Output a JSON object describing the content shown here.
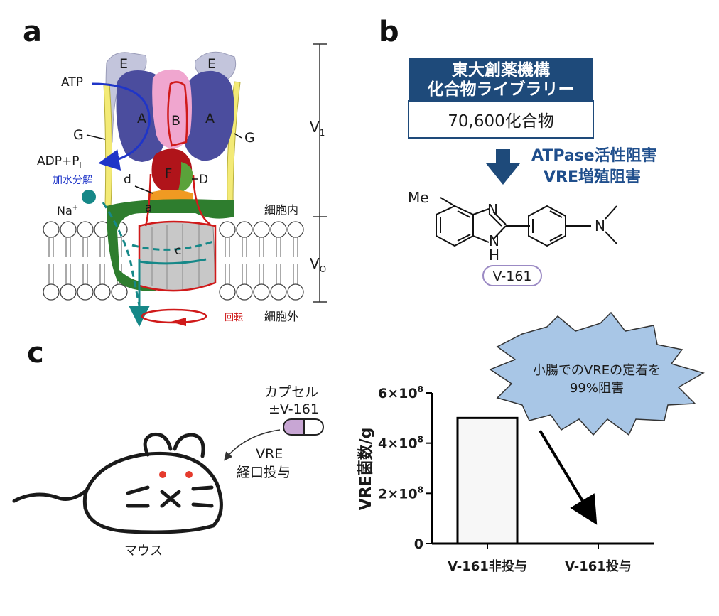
{
  "panels": {
    "a": "a",
    "b": "b",
    "c": "c"
  },
  "panel_a": {
    "labels": {
      "E_left": "E",
      "E_right": "E",
      "A_left": "A",
      "B": "B",
      "A_right": "A",
      "G_left": "G",
      "G_right": "G",
      "F": "F",
      "d": "d",
      "D": "D",
      "a": "a",
      "c": "c",
      "ATP": "ATP",
      "ADP_Pi": "ADP+P",
      "Pi_sub": "i",
      "hydrolysis": "加水分解",
      "Na": "Na",
      "Na_sup": "+",
      "V1": "V",
      "V1_sub": "1",
      "Vo": "V",
      "Vo_sub": "O",
      "intracellular": "細胞内",
      "extracellular": "細胞外",
      "rotation": "回転"
    }
  },
  "panel_b": {
    "library_title_1": "東大創薬機構",
    "library_title_2": "化合物ライブラリー",
    "library_count": "70,600化合物",
    "screen_1": "ATPase活性阻害",
    "screen_2": "VRE増殖阻害",
    "methyl": "Me",
    "n_atom": "N",
    "nh_atom": "N",
    "h_atom": "H",
    "compound_name": "V-161"
  },
  "panel_c": {
    "capsule_1": "カプセル",
    "capsule_2": "±V-161",
    "route_1": "VRE",
    "route_2": "経口投与",
    "mouse_label": "マウス",
    "burst_1": "小腸でのVREの定着を",
    "burst_2": "99%阻害"
  },
  "chart_data": {
    "type": "bar",
    "categories": [
      "V-161非投与",
      "V-161投与"
    ],
    "values": [
      500000000,
      0
    ],
    "ylabel": "VRE菌数/g",
    "ylim": [
      0,
      600000000
    ],
    "yticks": [
      {
        "value": 0,
        "label": "0"
      },
      {
        "value": 200000000,
        "label": "2×10",
        "exp": "8"
      },
      {
        "value": 400000000,
        "label": "4×10",
        "exp": "8"
      },
      {
        "value": 600000000,
        "label": "6×10",
        "exp": "8"
      }
    ],
    "colors": {
      "bar_fill": "#f7f7f7",
      "bar_stroke": "#000000"
    }
  },
  "colors": {
    "navy": "#1e4a7a",
    "purple": "#4b4d9e",
    "pink": "#f0a6cf",
    "lavender": "#c3c5dc",
    "yellow": "#f3ea76",
    "dark_red": "#b0141a",
    "light_green": "#5aa23a",
    "green": "#2e7d2e",
    "orange": "#f09a22",
    "teal": "#168888",
    "burst": "#a8c6e6",
    "capsule": "#c8a6d4",
    "mouse_eye": "#e53b2d"
  }
}
